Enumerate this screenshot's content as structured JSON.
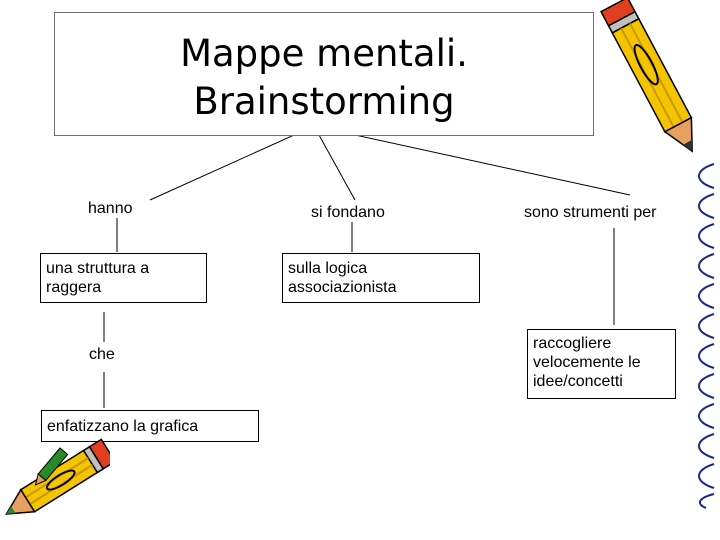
{
  "title": {
    "line1": "Mappe mentali.",
    "line2": "Brainstorming"
  },
  "branches": [
    {
      "link": "hanno",
      "node": "una struttura a raggera",
      "sublink": "che",
      "subnode": "enfatizzano la grafica"
    },
    {
      "link": "si fondano",
      "node": "sulla logica associazionista"
    },
    {
      "link": "sono strumenti per",
      "node": "raccogliere velocemente le idee/concetti"
    }
  ],
  "decorations": {
    "pencil_top_right": "pencil-icon",
    "pencil_bottom_left": "pencil-icon",
    "pencil_body_color": "#f5c400",
    "pencil_tip_color": "#e8a060",
    "pencil_eraser_color": "#e04020",
    "pencil_cap_color": "#2a8a2a",
    "spiral_right_edge": "spiral-binding-icon",
    "spiral_color": "#1a2a8a"
  }
}
